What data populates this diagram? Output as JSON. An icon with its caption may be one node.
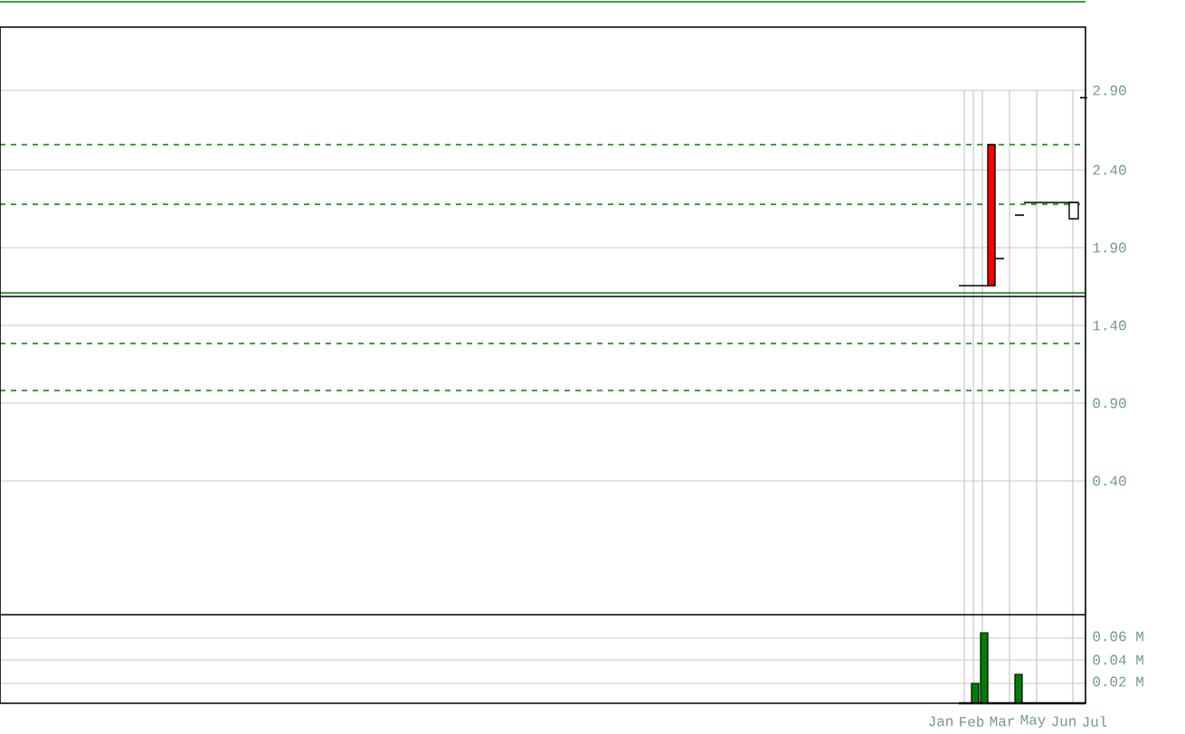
{
  "diagram": {
    "labels": [
      "2.90",
      "2.40",
      "1.90",
      "1.40",
      "0.90",
      "0.40",
      "0.06 M",
      "0.04 M",
      "0.02 M",
      "Jan",
      "Feb",
      "Mar",
      "May",
      "Jun",
      "Jul"
    ]
  }
}
